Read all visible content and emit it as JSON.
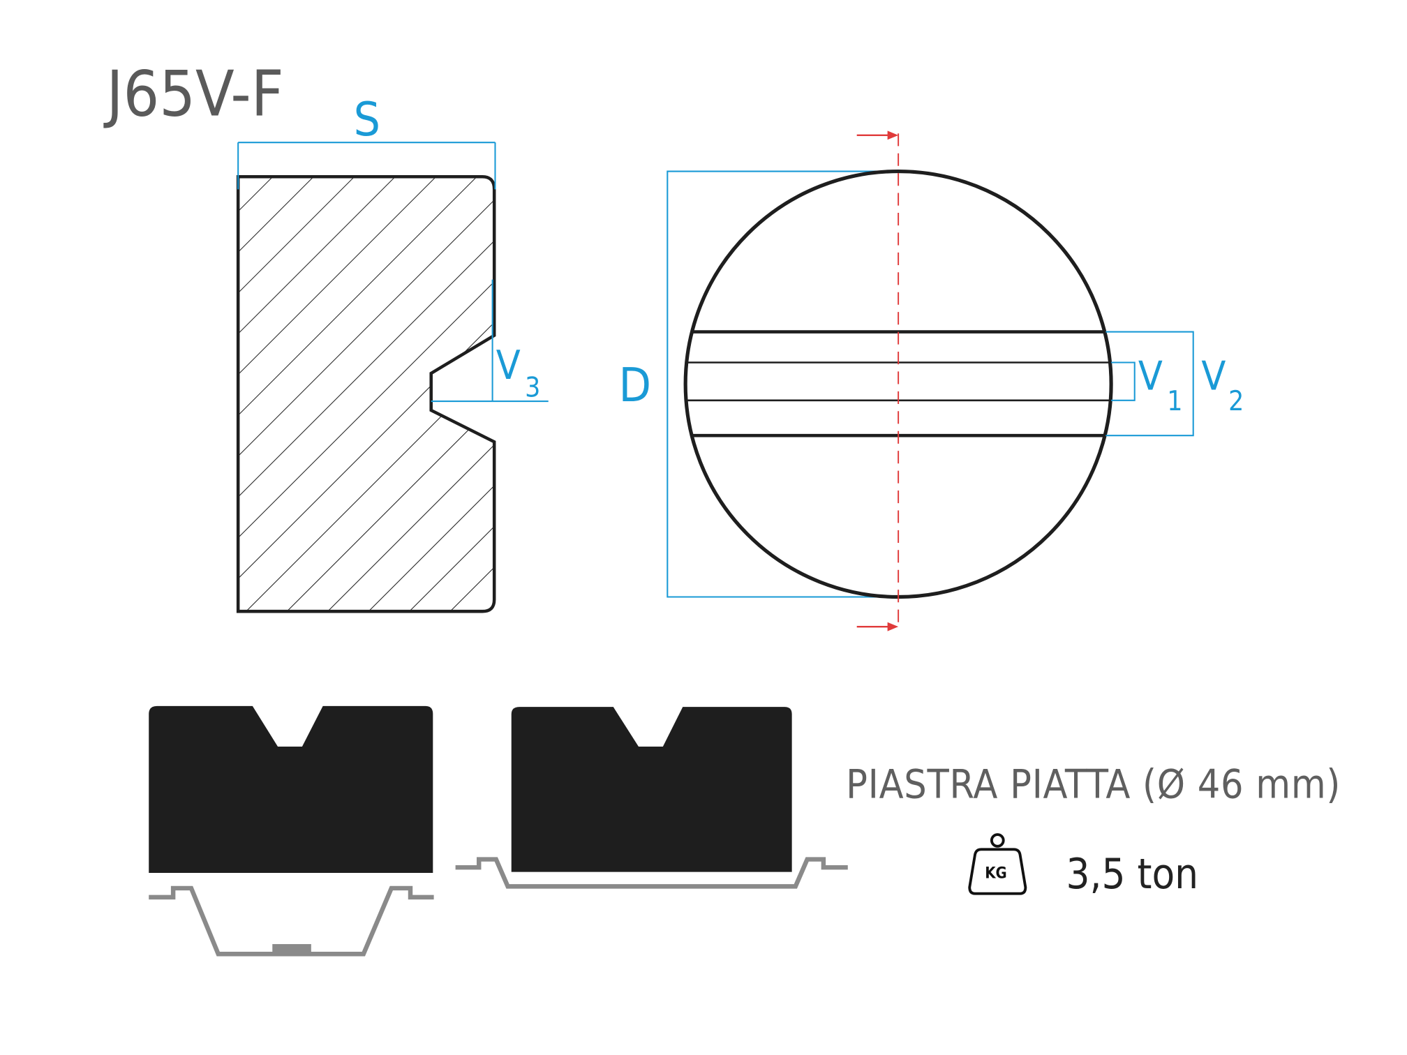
{
  "title": "J65V-F",
  "dimensions": {
    "s_label": "S",
    "d_label": "D",
    "v1_label": "V",
    "v1_sub": "1",
    "v2_label": "V",
    "v2_sub": "2",
    "v3_label": "V",
    "v3_sub": "3"
  },
  "specs": {
    "plate": "PIASTRA PIATTA (Ø 46 mm)",
    "weight_icon_text": "KG",
    "capacity": "3,5 ton"
  },
  "colors": {
    "dimension": "#1a9ad6",
    "section_line": "#e03a3a",
    "block": "#1e1e1e",
    "rail": "#8a8a8a",
    "title": "#5a5a5a"
  }
}
